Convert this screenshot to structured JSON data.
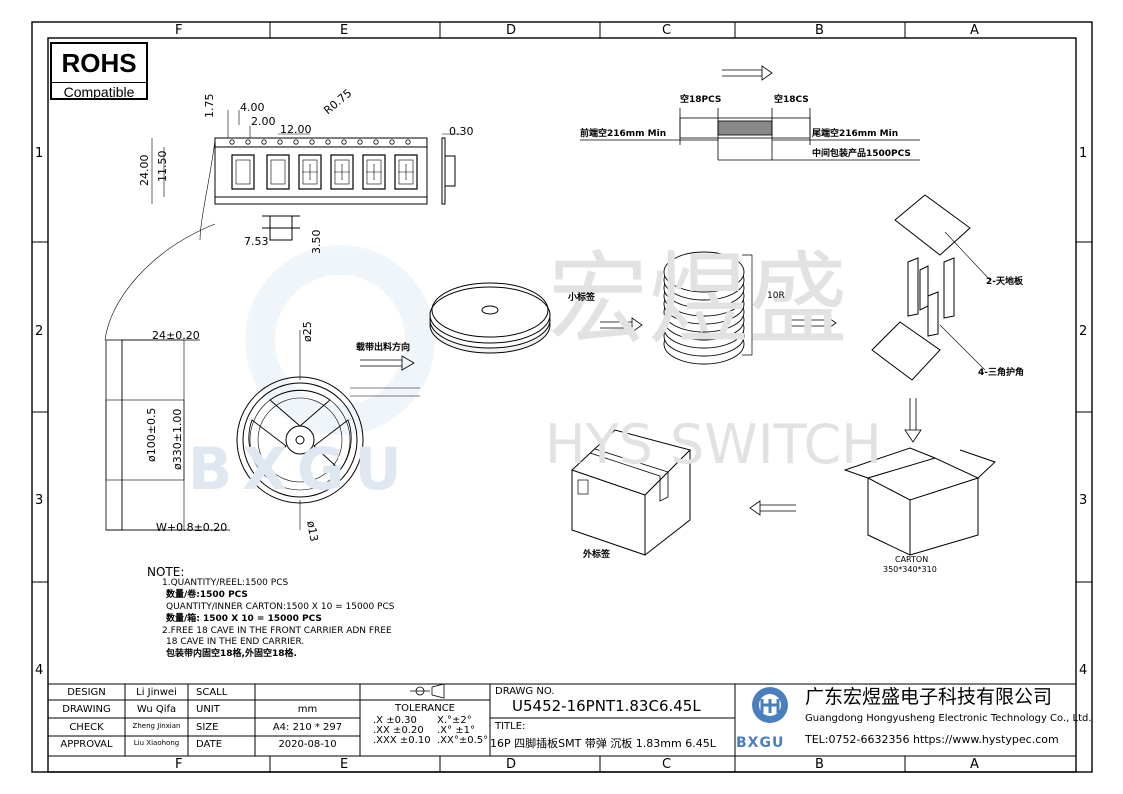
{
  "zones": {
    "columns": [
      "F",
      "E",
      "D",
      "C",
      "B",
      "A"
    ],
    "rows": [
      "1",
      "2",
      "3",
      "4"
    ]
  },
  "rohs": {
    "title": "ROHS",
    "subtitle": "Compatible"
  },
  "watermark": {
    "cn": "宏煜盛",
    "en": "HYS SWITCH",
    "brand": "BXGU"
  },
  "tape_dims": {
    "d1": "1.75",
    "d2": "4.00",
    "d3": "2.00",
    "d4": "R0.75",
    "d5": "12.00",
    "d6": "0.30",
    "d7": "11.50",
    "d8": "24.00",
    "d9": "7.53",
    "d10": "3.50"
  },
  "leader_trailer": {
    "empty1": "空18PCS",
    "empty2": "空18CS",
    "front": "前端空216mm Min",
    "rear": "尾端空216mm Min",
    "middle": "中间包装产品1500PCS"
  },
  "reel_dims": {
    "width_top": "24±0.20",
    "hub": "ø100±0.5",
    "outer": "ø330±1.00",
    "width_bottom": "W+0.8±0.20",
    "d25": "ø25",
    "d13": "ø13"
  },
  "process": {
    "direction": "载带出料方向",
    "small_label": "小标签",
    "stack": "10R",
    "top_bottom_board": "2-天地板",
    "corner_guard": "4-三角护角",
    "outer_label": "外标签",
    "carton": "CARTON",
    "carton_size": "350*340*310"
  },
  "notes": {
    "heading": "NOTE:",
    "lines": [
      "1.QUANTITY/REEL:1500  PCS",
      "数量/卷:1500  PCS",
      "QUANTITY/INNER  CARTON:1500  X  10  =  15000  PCS",
      "数量/箱:  1500  X  10  =  15000    PCS",
      "2.FREE  18  CAVE  IN  THE  FRONT  CARRIER    ADN  FREE",
      "18  CAVE  IN  THE  END  CARRIER.",
      "包装带内固空18格,外固空18格."
    ]
  },
  "title_block": {
    "design_label": "DESIGN",
    "design_name": "Li Jinwei",
    "drawing_label": "DRAWING",
    "drawing_name": "Wu Qifa",
    "check_label": "CHECK",
    "check_name": "Zheng Jinxian",
    "approval_label": "APPROVAL",
    "approval_name": "Liu Xiaohong",
    "scale_label": "SCALL",
    "unit_label": "UNIT",
    "unit_value": "mm",
    "size_label": "SIZE",
    "size_value": "A4: 210 * 297",
    "date_label": "DATE",
    "date_value": "2020-08-10",
    "tolerance_label": "TOLERANCE",
    "tol": [
      ".X  ±0.30",
      ".XX  ±0.20",
      ".XXX  ±0.10"
    ],
    "tol_ang": [
      "X.°±2°",
      ".X° ±1°",
      ".XX°±0.5°"
    ],
    "dwg_no_label": "DRAWG NO.",
    "dwg_no": "U5452-16PNT1.83C6.45L",
    "title_label": "TITLE:",
    "title": "16P 四脚插板SMT 带弹 沉板 1.83mm 6.45L",
    "company_cn": "广东宏煜盛电子科技有限公司",
    "company_en": "Guangdong Hongyusheng Electronic Technology Co., Ltd.",
    "contact": "TEL:0752-6632356  https://www.hystypec.com",
    "logo_text": "BXGU"
  }
}
